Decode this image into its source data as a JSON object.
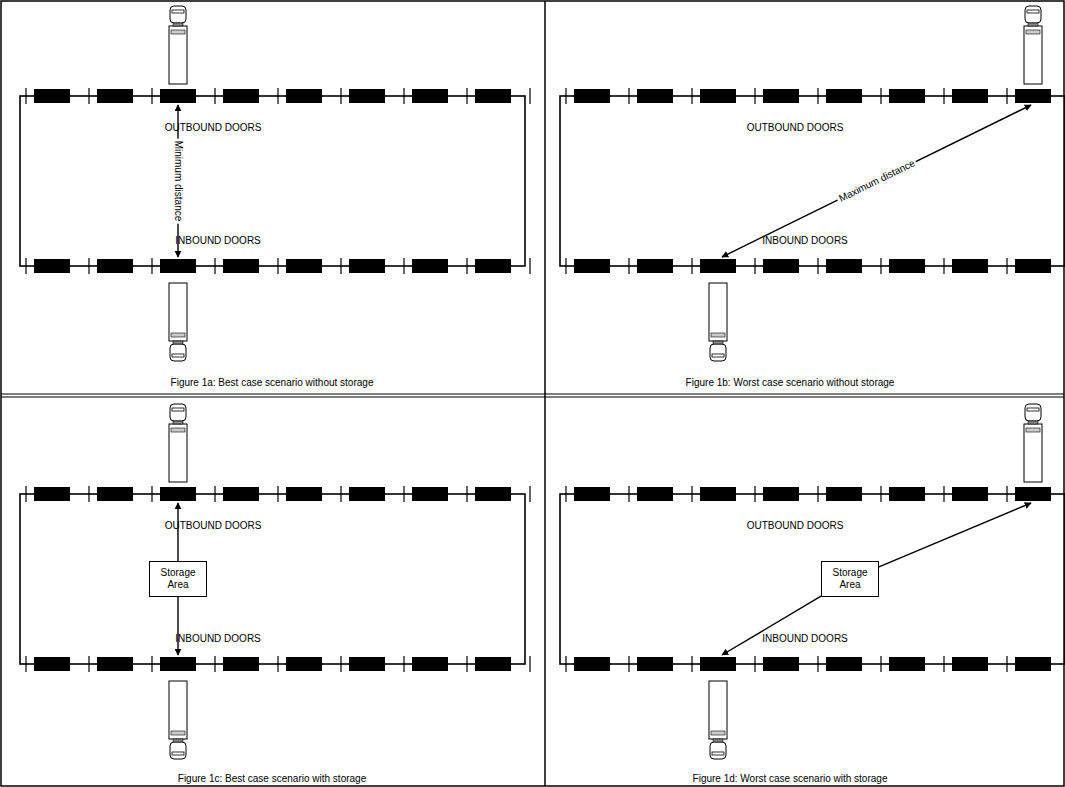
{
  "diagram": {
    "nodes": [
      {
        "text": [
          "Storage Area"
        ]
      },
      {
        "text": [
          "Storage Area"
        ]
      }
    ],
    "labels": [
      "OUTBOUND DOORS",
      "Minimum distance",
      "INBOUND DOORS",
      "Figure 1a: Best case scenario without storage",
      "OUTBOUND DOORS",
      "Maximum distance",
      "INBOUND DOORS",
      "Figure 1b: Worst case scenario without storage",
      "OUTBOUND DOORS",
      "INBOUND DOORS",
      "Figure 1c: Best case scenario with storage",
      "OUTBOUND DOORS",
      "INBOUND DOORS",
      "Figure 1d: Worst case scenario with storage"
    ]
  }
}
